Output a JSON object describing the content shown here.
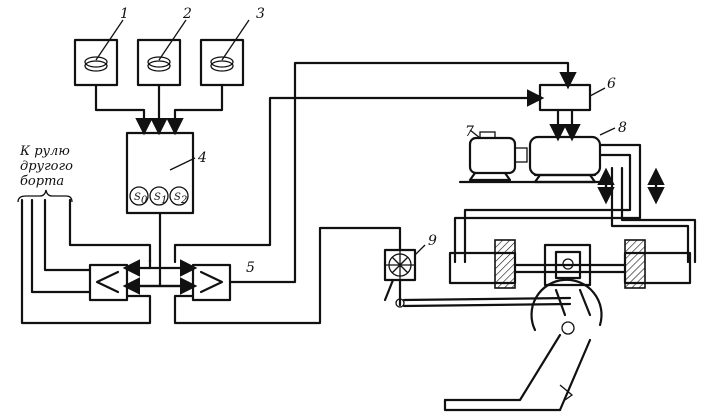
{
  "labels": {
    "n1": "1",
    "n2": "2",
    "n3": "3",
    "n4": "4",
    "n5": "5",
    "n6": "6",
    "n7": "7",
    "n8": "8",
    "n9": "9"
  },
  "caption": {
    "line1": "К рулю",
    "line2": "другого",
    "line3": "борта"
  },
  "selectors": {
    "s0": "S",
    "s0_sub": "0",
    "s1": "S",
    "s1_sub": "1",
    "s2": "S",
    "s2_sub": "2"
  },
  "amplifier_symbols": {
    "left": "<",
    "right": ">"
  }
}
